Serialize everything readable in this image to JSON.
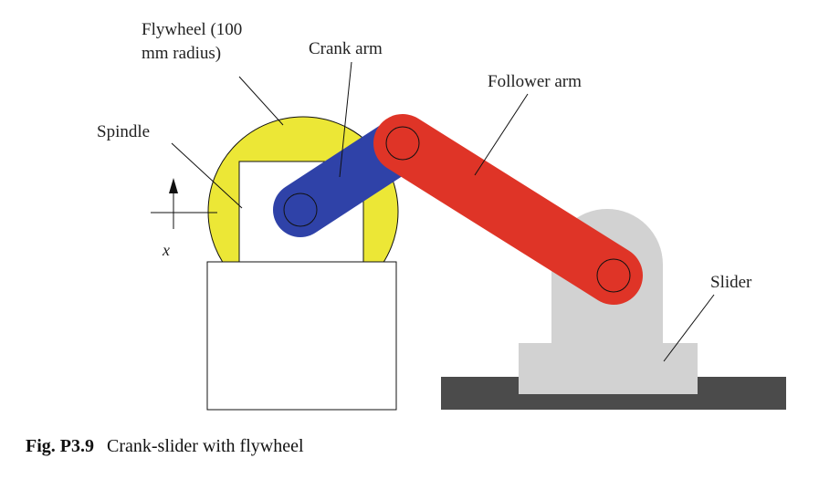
{
  "labels": {
    "flywheel_line1": "Flywheel (100",
    "flywheel_line2": "mm radius)",
    "crank_arm": "Crank arm",
    "follower_arm": "Follower arm",
    "spindle": "Spindle",
    "slider": "Slider",
    "x_axis": "x"
  },
  "caption": {
    "number": "Fig. P3.9",
    "text": "Crank-slider with flywheel"
  },
  "colors": {
    "flywheel": "#ece736",
    "crank_arm": "#2f42a8",
    "follower_arm": "#df3427",
    "slider": "#d2d2d2",
    "ground": "#4b4b4b",
    "outline": "#111111"
  }
}
